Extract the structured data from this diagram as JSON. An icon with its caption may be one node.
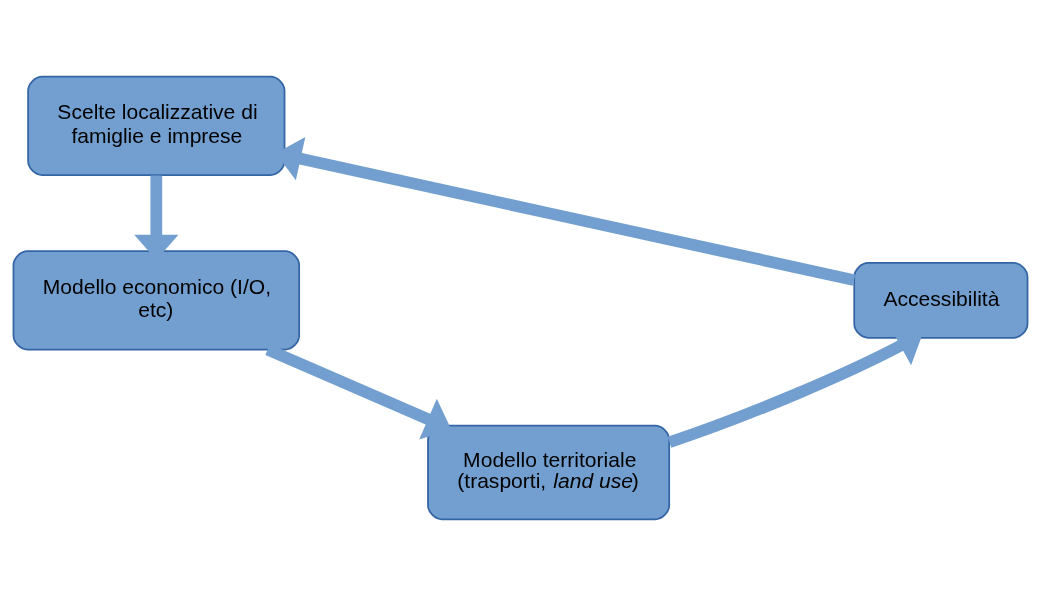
{
  "diagram": {
    "nodes": [
      {
        "text": [
          "Scelte localizzative di famiglie e imprese"
        ]
      },
      {
        "text": [
          "Modello economico (I/O, etc)"
        ]
      },
      {
        "text": [
          "Modello territoriale (trasporti, *land use*)"
        ]
      },
      {
        "text": [
          "Accessibilità"
        ]
      }
    ],
    "edges": [
      {
        "from": 0,
        "to": 1,
        "arrow": "to"
      },
      {
        "from": 1,
        "to": 2,
        "arrow": "to"
      },
      {
        "from": 2,
        "to": 3,
        "arrow": "to"
      },
      {
        "from": 3,
        "to": 0,
        "arrow": "to"
      }
    ]
  }
}
